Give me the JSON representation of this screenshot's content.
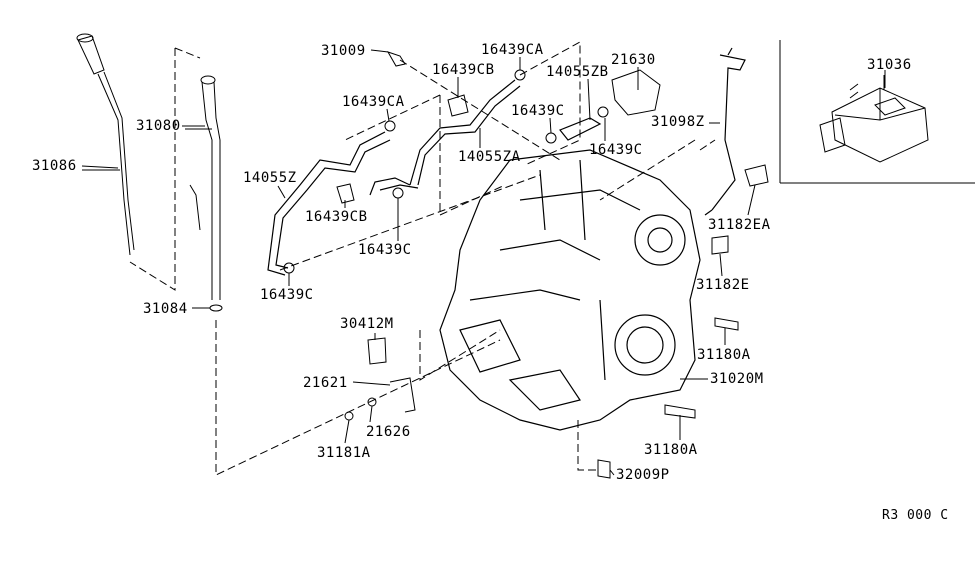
{
  "diagram": {
    "part_labels": [
      "31009",
      "16439CA",
      "16439CB",
      "21630",
      "14055ZB",
      "16439CA",
      "31080",
      "31086",
      "16439C",
      "31098Z",
      "14055ZA",
      "16439C",
      "31036",
      "14055Z",
      "16439CB",
      "16439C",
      "31182EA",
      "16439C",
      "31182E",
      "31084",
      "30412M",
      "31180A",
      "21621",
      "31020M",
      "21626",
      "31181A",
      "31180A",
      "32009P"
    ],
    "diagram_code": "R3 000 C"
  }
}
